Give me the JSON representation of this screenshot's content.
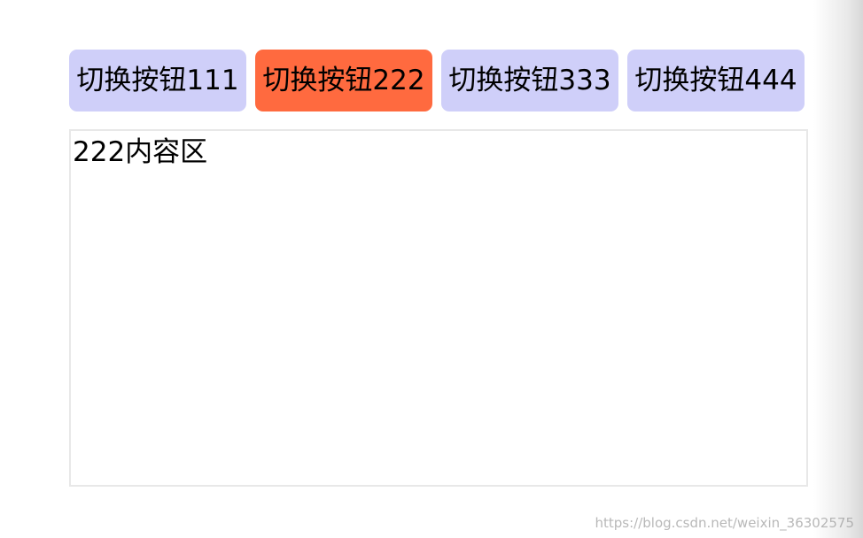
{
  "tabs": [
    {
      "label": "切换按钮111",
      "active": false
    },
    {
      "label": "切换按钮222",
      "active": true
    },
    {
      "label": "切换按钮333",
      "active": false
    },
    {
      "label": "切换按钮444",
      "active": false
    }
  ],
  "content": {
    "text": "222内容区"
  },
  "watermark": "https://blog.csdn.net/weixin_36302575",
  "colors": {
    "tab_inactive_bg": "#cfcff9",
    "tab_active_bg": "#ff6a3f",
    "panel_border": "#e8e8e8",
    "page_bg": "#ffffff"
  }
}
